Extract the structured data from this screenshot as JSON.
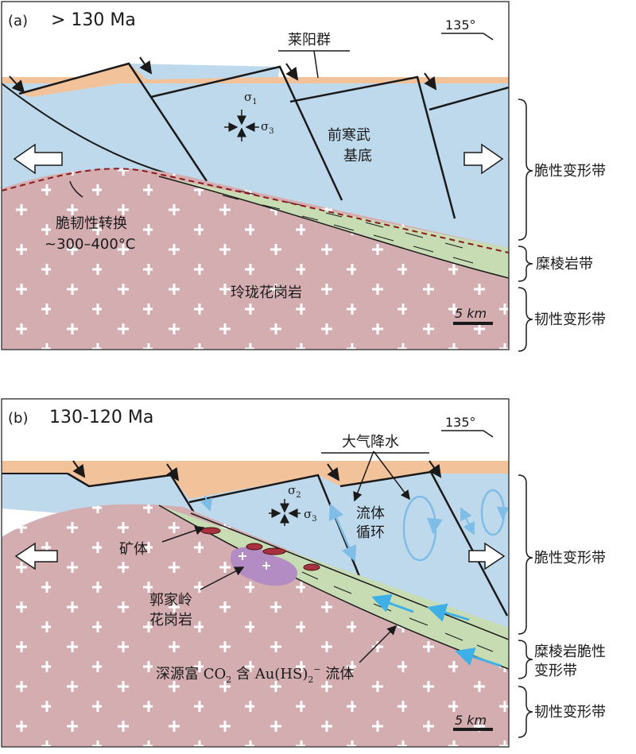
{
  "panel_a": {
    "tag": "(a)",
    "age": "> 130 Ma",
    "orientation": "135°",
    "laiyang": "莱阳群",
    "sigma1": "σ",
    "sigma1_sub": "1",
    "sigma3": "σ",
    "sigma3_sub": "3",
    "basement_1": "前寒武",
    "basement_2": "基底",
    "transition_1": "脆韧性转换",
    "transition_2": "~300–400°C",
    "granite": "玲珑花岗岩",
    "scale": "5 km",
    "zone_brittle": "脆性变形带",
    "zone_mylonite": "糜棱岩带",
    "zone_ductile": "韧性变形带"
  },
  "panel_b": {
    "tag": "(b)",
    "age": "130-120 Ma",
    "orientation": "135°",
    "meteoric": "大气降水",
    "sigma2": "σ",
    "sigma2_sub": "2",
    "sigma3": "σ",
    "sigma3_sub": "3",
    "fluid_1": "流体",
    "fluid_2": "循环",
    "orebody": "矿体",
    "guojialing_1": "郭家岭",
    "guojialing_2": "花岗岩",
    "deep_fluid_pre": "深源富 CO",
    "deep_fluid_sub": "2",
    "deep_fluid_mid": " 含 Au(HS)",
    "deep_fluid_sub2": "2",
    "deep_fluid_sup": "−",
    "deep_fluid_post": " 流体",
    "scale": "5 km",
    "zone_brittle": "脆性变形带",
    "zone_mylonite_1": "糜棱岩脆性",
    "zone_mylonite_2": "变形带",
    "zone_ductile": "韧性变形带"
  },
  "colors": {
    "sediment": "#f2c29a",
    "basement": "#bfd9ec",
    "granite": "#d4adb1",
    "mylonite": "#c8dcb4",
    "pluton": "#b48cc4",
    "ore": "#a83240",
    "fluid_arrow": "#7fbde6",
    "deep_arrow": "#3fb0e6",
    "transition_line": "#8c1a1a"
  }
}
